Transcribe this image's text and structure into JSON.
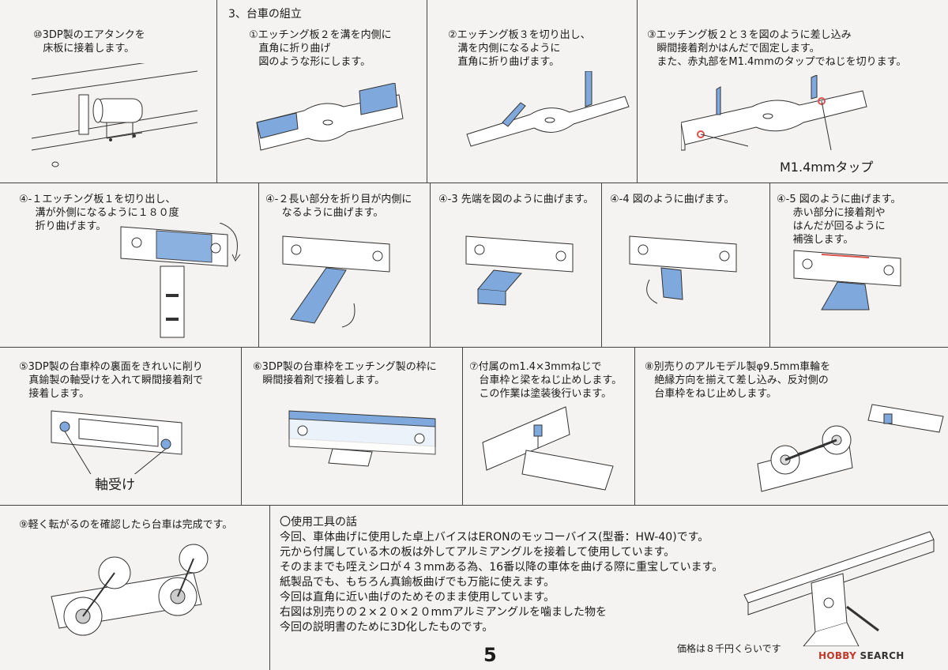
{
  "page_number": "5",
  "logo": {
    "brand1": "HOBBY",
    "brand2": " SEARCH"
  },
  "rows": {
    "r1": {
      "p10": {
        "caption": "⑩3DP製のエアタンクを\n   床板に接着します。"
      },
      "section_title": "3、台車の組立",
      "p1": {
        "caption": "①エッチング板２を溝を内側に\n   直角に折り曲げ\n   図のような形にします。"
      },
      "p2": {
        "caption": "②エッチング板３を切り出し、\n   溝を内側になるように\n   直角に折り曲げます。"
      },
      "p3": {
        "caption": "③エッチング板２と３を図のように差し込み\n   瞬間接着剤かはんだで固定します。\n   また、赤丸部をM1.4mmのタップでねじを切ります。",
        "label": "M1.4mmタップ"
      }
    },
    "r2": {
      "p41": {
        "caption": "④-１エッチング板１を切り出し、\n     溝が外側になるように１８０度\n     折り曲げます。"
      },
      "p42": {
        "caption": "④-２長い部分を折り目が内側に\n     なるように曲げます。"
      },
      "p43": {
        "caption": "④-3 先端を図のように曲げます。"
      },
      "p44": {
        "caption": "④-4 図のように曲げます。"
      },
      "p45": {
        "caption": "④-5 図のように曲げます。\n     赤い部分に接着剤や\n     はんだが回るように\n     補強します。"
      }
    },
    "r3": {
      "p5": {
        "caption": "⑤3DP製の台車枠の裏面をきれいに削り\n   真鍮製の軸受けを入れて瞬間接着剤で\n   接着します。",
        "label": "軸受け"
      },
      "p6": {
        "caption": "⑥3DP製の台車枠をエッチング製の枠に\n   瞬間接着剤で接着します。"
      },
      "p7": {
        "caption": "⑦付属のm1.4×3mmねじで\n   台車枠と梁をねじ止めします。\n   この作業は塗装後行います。"
      },
      "p8": {
        "caption": "⑧別売りのアルモデル製φ9.5mm車輪を\n   絶縁方向を揃えて差し込み、反対側の\n   台車枠をねじ止めします。"
      }
    },
    "r4": {
      "p9": {
        "caption": "⑨軽く転がるのを確認したら台車は完成です。"
      },
      "tools": {
        "heading": "〇使用工具の話",
        "lines": [
          "今回、車体曲げに使用した卓上バイスはERONのモッコーバイス(型番：HW-40)です。",
          "元から付属している木の板は外してアルミアングルを接着して使用しています。",
          "そのままでも咥えシロが４３mmある為、16番以降の車体を曲げる際に重宝しています。",
          "紙製品でも、もちろん真鍮板曲げでも万能に使えます。",
          "今回は直角に近い曲げのためそのまま使用しています。",
          "右図は別売りの２×２０×２０mmアルミアングルを噛ました物を",
          "今回の説明書のために3D化したものです。"
        ],
        "price": "価格は８千円くらいです"
      }
    }
  },
  "colors": {
    "accent_blue": "#7fa9dd",
    "red_mark": "#d9534f",
    "line": "#333333"
  }
}
